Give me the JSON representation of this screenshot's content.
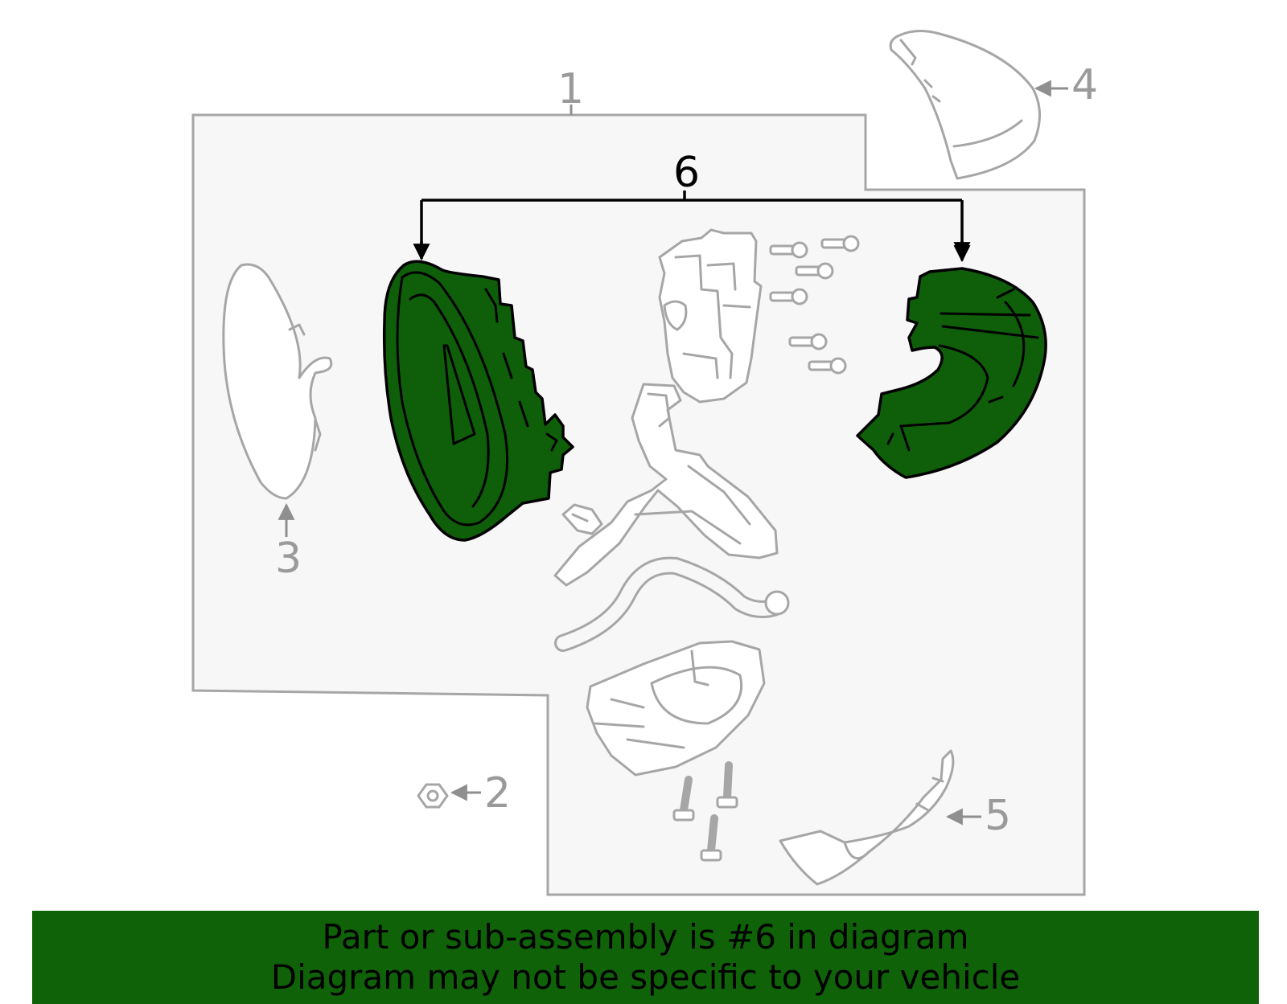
{
  "callouts": {
    "c1": "1",
    "c2": "2",
    "c3": "3",
    "c4": "4",
    "c5": "5",
    "c6": "6"
  },
  "banner": {
    "line1": "Part or sub-assembly is #6 in diagram",
    "line2": "Diagram may not be specific to your vehicle"
  },
  "colors": {
    "highlight": "#0f5e0a",
    "banner": "#106209",
    "panel": "#f7f7f7",
    "line_gray": "#a6a6a6"
  }
}
